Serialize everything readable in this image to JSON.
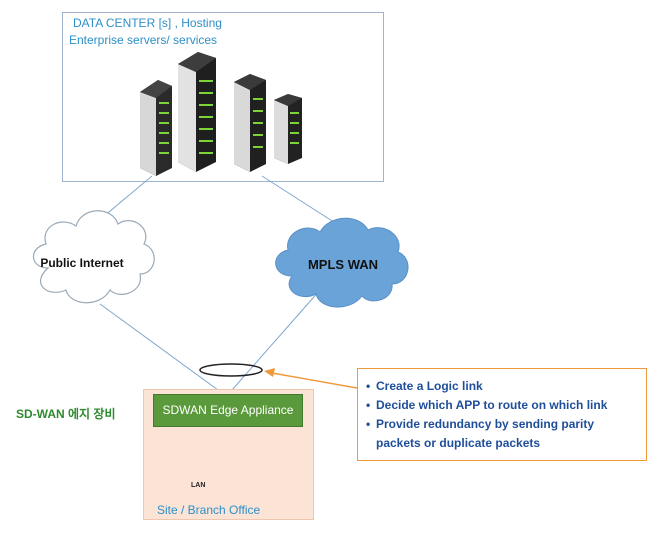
{
  "data_center": {
    "title_line1": "DATA CENTER [s] , Hosting",
    "title_line2": "Enterprise servers/ services",
    "icon": "server-towers-icon"
  },
  "networks": {
    "public_internet": "Public Internet",
    "mpls_wan": "MPLS WAN"
  },
  "site": {
    "edge_appliance": "SDWAN Edge Appliance",
    "lan_label": "LAN",
    "office_label": "Site / Branch Office"
  },
  "sdwan_device_label": "SD-WAN 에지 장비",
  "callout": {
    "items": [
      "Create a Logic link",
      "Decide which APP to route on which link",
      "Provide redundancy by sending parity",
      "packets or duplicate packets"
    ]
  },
  "colors": {
    "title_blue": "#2e8fc9",
    "edge_green": "#5b9a3c",
    "site_peach": "#fbe3d5",
    "callout_orange": "#ef9a3a",
    "callout_text": "#1f4e9a",
    "sdwan_green": "#2e8a2e",
    "mpls_cloud": "#6aa3d8"
  }
}
